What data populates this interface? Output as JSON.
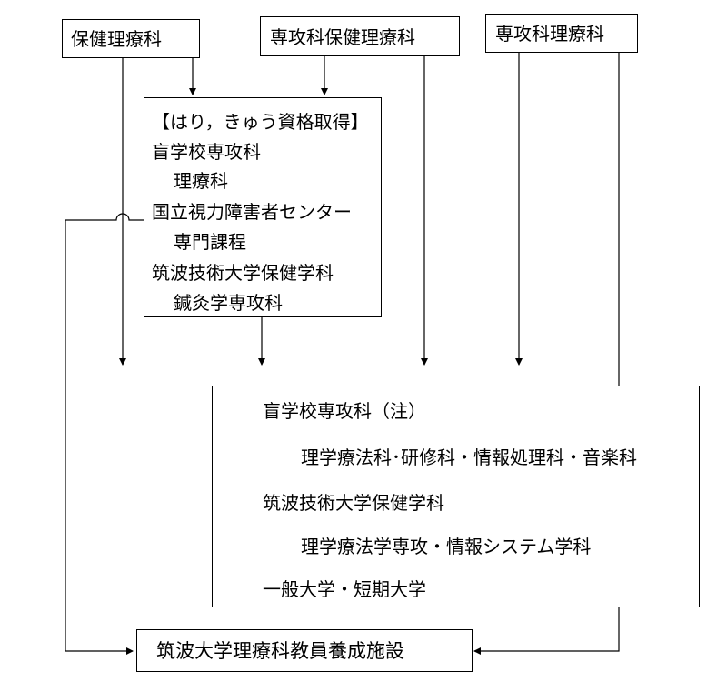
{
  "top": {
    "left": "保健理療科",
    "middle": "専攻科保健理療科",
    "right": "専攻科理療科"
  },
  "license_box": {
    "heading": "【はり，きゅう資格取得】",
    "lines": [
      "盲学校専攻科",
      "理療科",
      "国立視力障害者センター",
      "専門課程",
      "筑波技術大学保健学科",
      "鍼灸学専攻科"
    ]
  },
  "schools_box": {
    "lines": [
      "盲学校専攻科（注）",
      "理学療法科･研修科・情報処理科・音楽科",
      "筑波技術大学保健学科",
      "理学療法学専攻・情報システム学科",
      "一般大学・短期大学"
    ]
  },
  "bottom": {
    "label": "筑波大学理療科教員養成施設"
  }
}
